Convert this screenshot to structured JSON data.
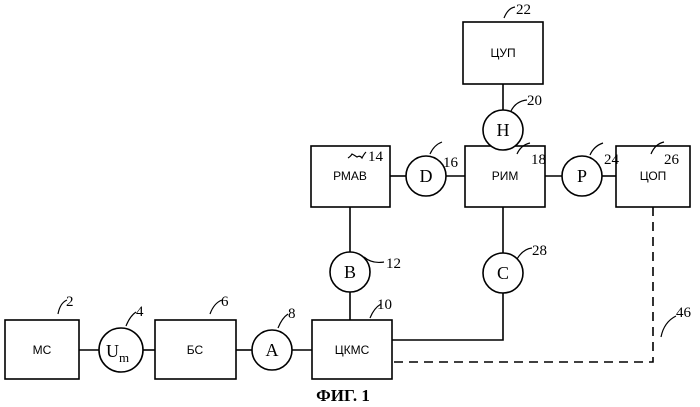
{
  "caption": "ФИГ. 1",
  "blocks": {
    "ms": {
      "label": "МС",
      "ref": "2"
    },
    "bs": {
      "label": "БС",
      "ref": "6"
    },
    "ckms": {
      "label": "ЦКМС",
      "ref": "10"
    },
    "rmav": {
      "label": "РМАВ",
      "ref": "14"
    },
    "rim": {
      "label": "РИМ",
      "ref": "18"
    },
    "cup": {
      "label": "ЦУП",
      "ref": "22"
    },
    "cop": {
      "label": "ЦОП",
      "ref": "26"
    }
  },
  "nodes": {
    "um": {
      "label": "U",
      "sub": "m",
      "ref": "4"
    },
    "a": {
      "label": "A",
      "ref": "8"
    },
    "b": {
      "label": "B",
      "ref": "12"
    },
    "d": {
      "label": "D",
      "ref": "16"
    },
    "h": {
      "label": "H",
      "ref": "20"
    },
    "p": {
      "label": "P",
      "ref": "24"
    },
    "c": {
      "label": "C",
      "ref": "28"
    }
  },
  "dashed_link": {
    "ref": "46"
  }
}
